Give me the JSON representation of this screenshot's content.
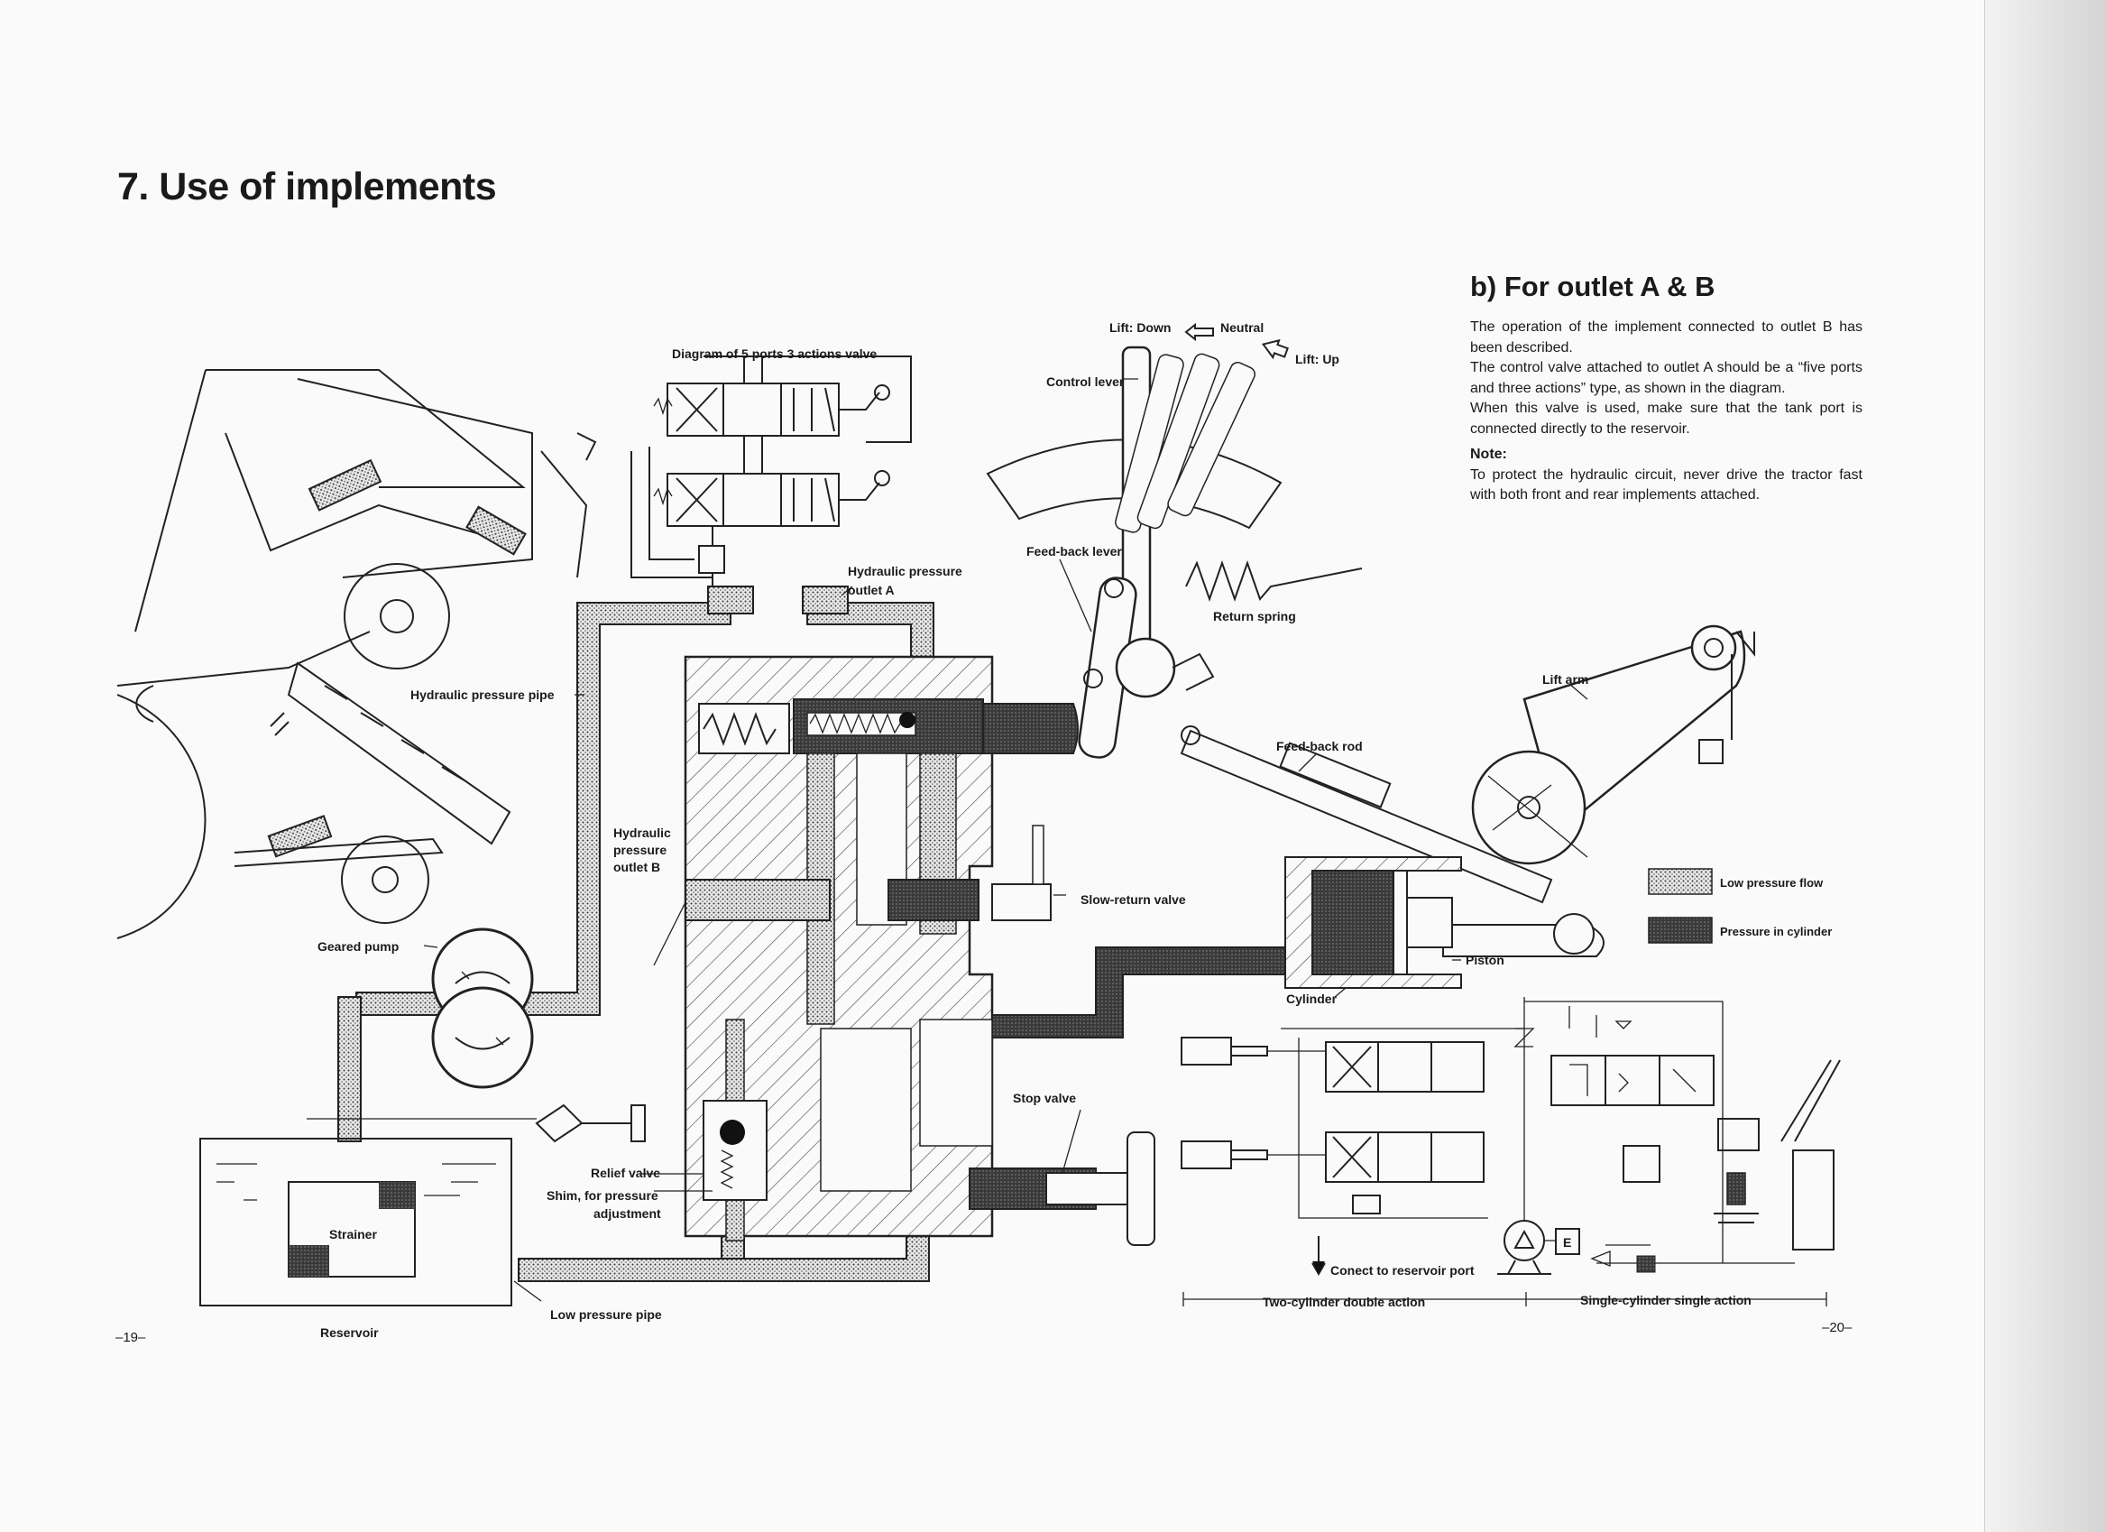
{
  "page": {
    "title": "7. Use of implements",
    "page_left": "–19–",
    "page_right": "–20–"
  },
  "section": {
    "heading": "b) For outlet A & B",
    "paragraphs": [
      "The operation of the implement connected to outlet B has been described.",
      "The control valve attached to outlet A should be a “five ports and three actions” type, as shown in the diagram.",
      "When this valve is used, make sure that the tank port is connected directly to the reservoir."
    ],
    "note_label": "Note:",
    "note_text": "To protect the hydraulic circuit, never drive the tractor fast with both front and rear implements attached."
  },
  "diagram": {
    "labels": {
      "valve_diagram": "Diagram of 5 ports 3 actions valve",
      "hp_outlet_a": [
        "Hydraulic pressure",
        "outlet A"
      ],
      "hp_pipe": "Hydraulic pressure pipe",
      "hp_outlet_b": [
        "Hydraulic",
        "pressure",
        "outlet B"
      ],
      "geared_pump": "Geared pump",
      "strainer": "Strainer",
      "reservoir": "Reservoir",
      "low_pressure_pipe": "Low pressure pipe",
      "relief_valve": "Relief valve",
      "shim": [
        "Shim, for pressure",
        "adjustment"
      ],
      "slow_return_valve": "Slow-return valve",
      "stop_valve": "Stop valve",
      "lift_down": "Lift: Down",
      "neutral": "Neutral",
      "lift_up": "Lift: Up",
      "control_lever": "Control lever",
      "feedback_lever": "Feed-back lever",
      "return_spring": "Return spring",
      "feedback_rod": "Feed-back rod",
      "lift_arm": "Lift arm",
      "piston": "Piston",
      "cylinder": "Cylinder",
      "connect_reservoir": "Conect to reservoir port",
      "two_cylinder": "Two-cylinder double action",
      "single_cylinder": "Single-cylinder single action",
      "e_box": "E"
    },
    "legend": [
      {
        "label": "Low pressure flow",
        "pattern": "dots"
      },
      {
        "label": "Pressure in cylinder",
        "pattern": "dark"
      }
    ]
  }
}
